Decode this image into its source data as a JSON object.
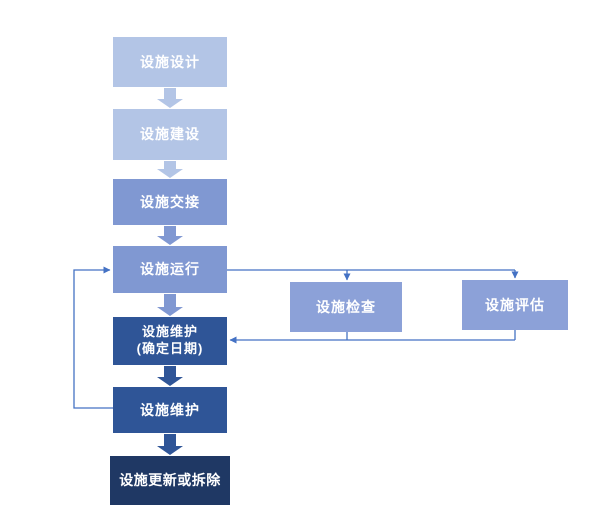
{
  "canvas": {
    "background": "#FFFFFF"
  },
  "colors": {
    "stage_early": "#B3C5E6",
    "stage_mid": "#8098D2",
    "stage_side": "#8CA1D8",
    "stage_dark": "#2F5597",
    "stage_final": "#1F3864",
    "connector": "#4472C4",
    "text": "#FFFFFF"
  },
  "nodes": {
    "design": {
      "label": "设施设计"
    },
    "construction": {
      "label": "设施建设"
    },
    "handover": {
      "label": "设施交接"
    },
    "operation": {
      "label": "设施运行"
    },
    "maintenance_scheduled": {
      "label": "设施维护",
      "label2": "(确定日期)"
    },
    "maintenance": {
      "label": "设施维护"
    },
    "renewal": {
      "label": "设施更新或拆除"
    },
    "inspection": {
      "label": "设施检查"
    },
    "evaluation": {
      "label": "设施评估"
    }
  }
}
